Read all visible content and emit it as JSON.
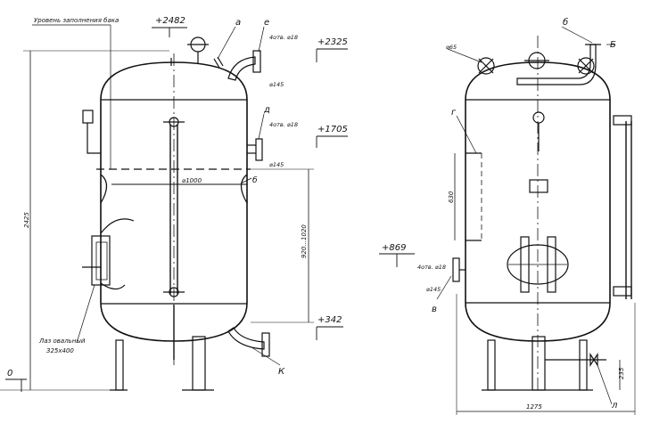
{
  "elevations": {
    "top_nozzle": "+2482",
    "top_flange": "+2325",
    "mid_flange": "+1705",
    "bottom_nozzle": "+342",
    "ground": "0",
    "side_nozzle": "+869"
  },
  "front_view": {
    "fill_level_label": "Уровень заполнения бака",
    "nozzle_a": "а",
    "nozzle_e": "е",
    "nozzle_d": "д",
    "nozzle_b": "б",
    "nozzle_k": "К",
    "holes_e": "4отв. ⌀18",
    "bolt_circle_e": "⌀145",
    "holes_d": "4отв. ⌀18",
    "bolt_circle_d": "⌀145",
    "diameter": "⌀1000",
    "height_dim": "2425",
    "level_range": "920...1020",
    "manhole_label": "Лаз овальный",
    "manhole_size": "325х400"
  },
  "side_view": {
    "nozzle_b_top": "б",
    "nozzle_B": "Б",
    "flange_65": "⌀65",
    "nozzle_g": "г",
    "spacing_630": "630",
    "holes_v": "4отв. ⌀18",
    "bolt_circle_v": "⌀145",
    "nozzle_v": "в",
    "dim_235": "235",
    "nozzle_l": "л",
    "width_dim": "1275"
  }
}
